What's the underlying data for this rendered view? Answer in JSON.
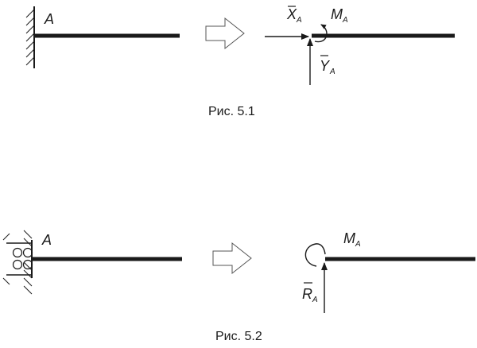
{
  "figure_1": {
    "caption": "Рис. 5.1",
    "support_label": "A",
    "force_x_label": "X",
    "force_x_sub": "A",
    "force_y_label": "Y",
    "force_y_sub": "A",
    "moment_label": "M",
    "moment_sub": "A"
  },
  "figure_2": {
    "caption": "Рис. 5.2",
    "support_label": "A",
    "moment_label": "M",
    "moment_sub": "A",
    "reaction_label": "R",
    "reaction_sub": "A"
  },
  "colors": {
    "ink": "#1a1a1a",
    "arrow_outline": "#555555"
  }
}
